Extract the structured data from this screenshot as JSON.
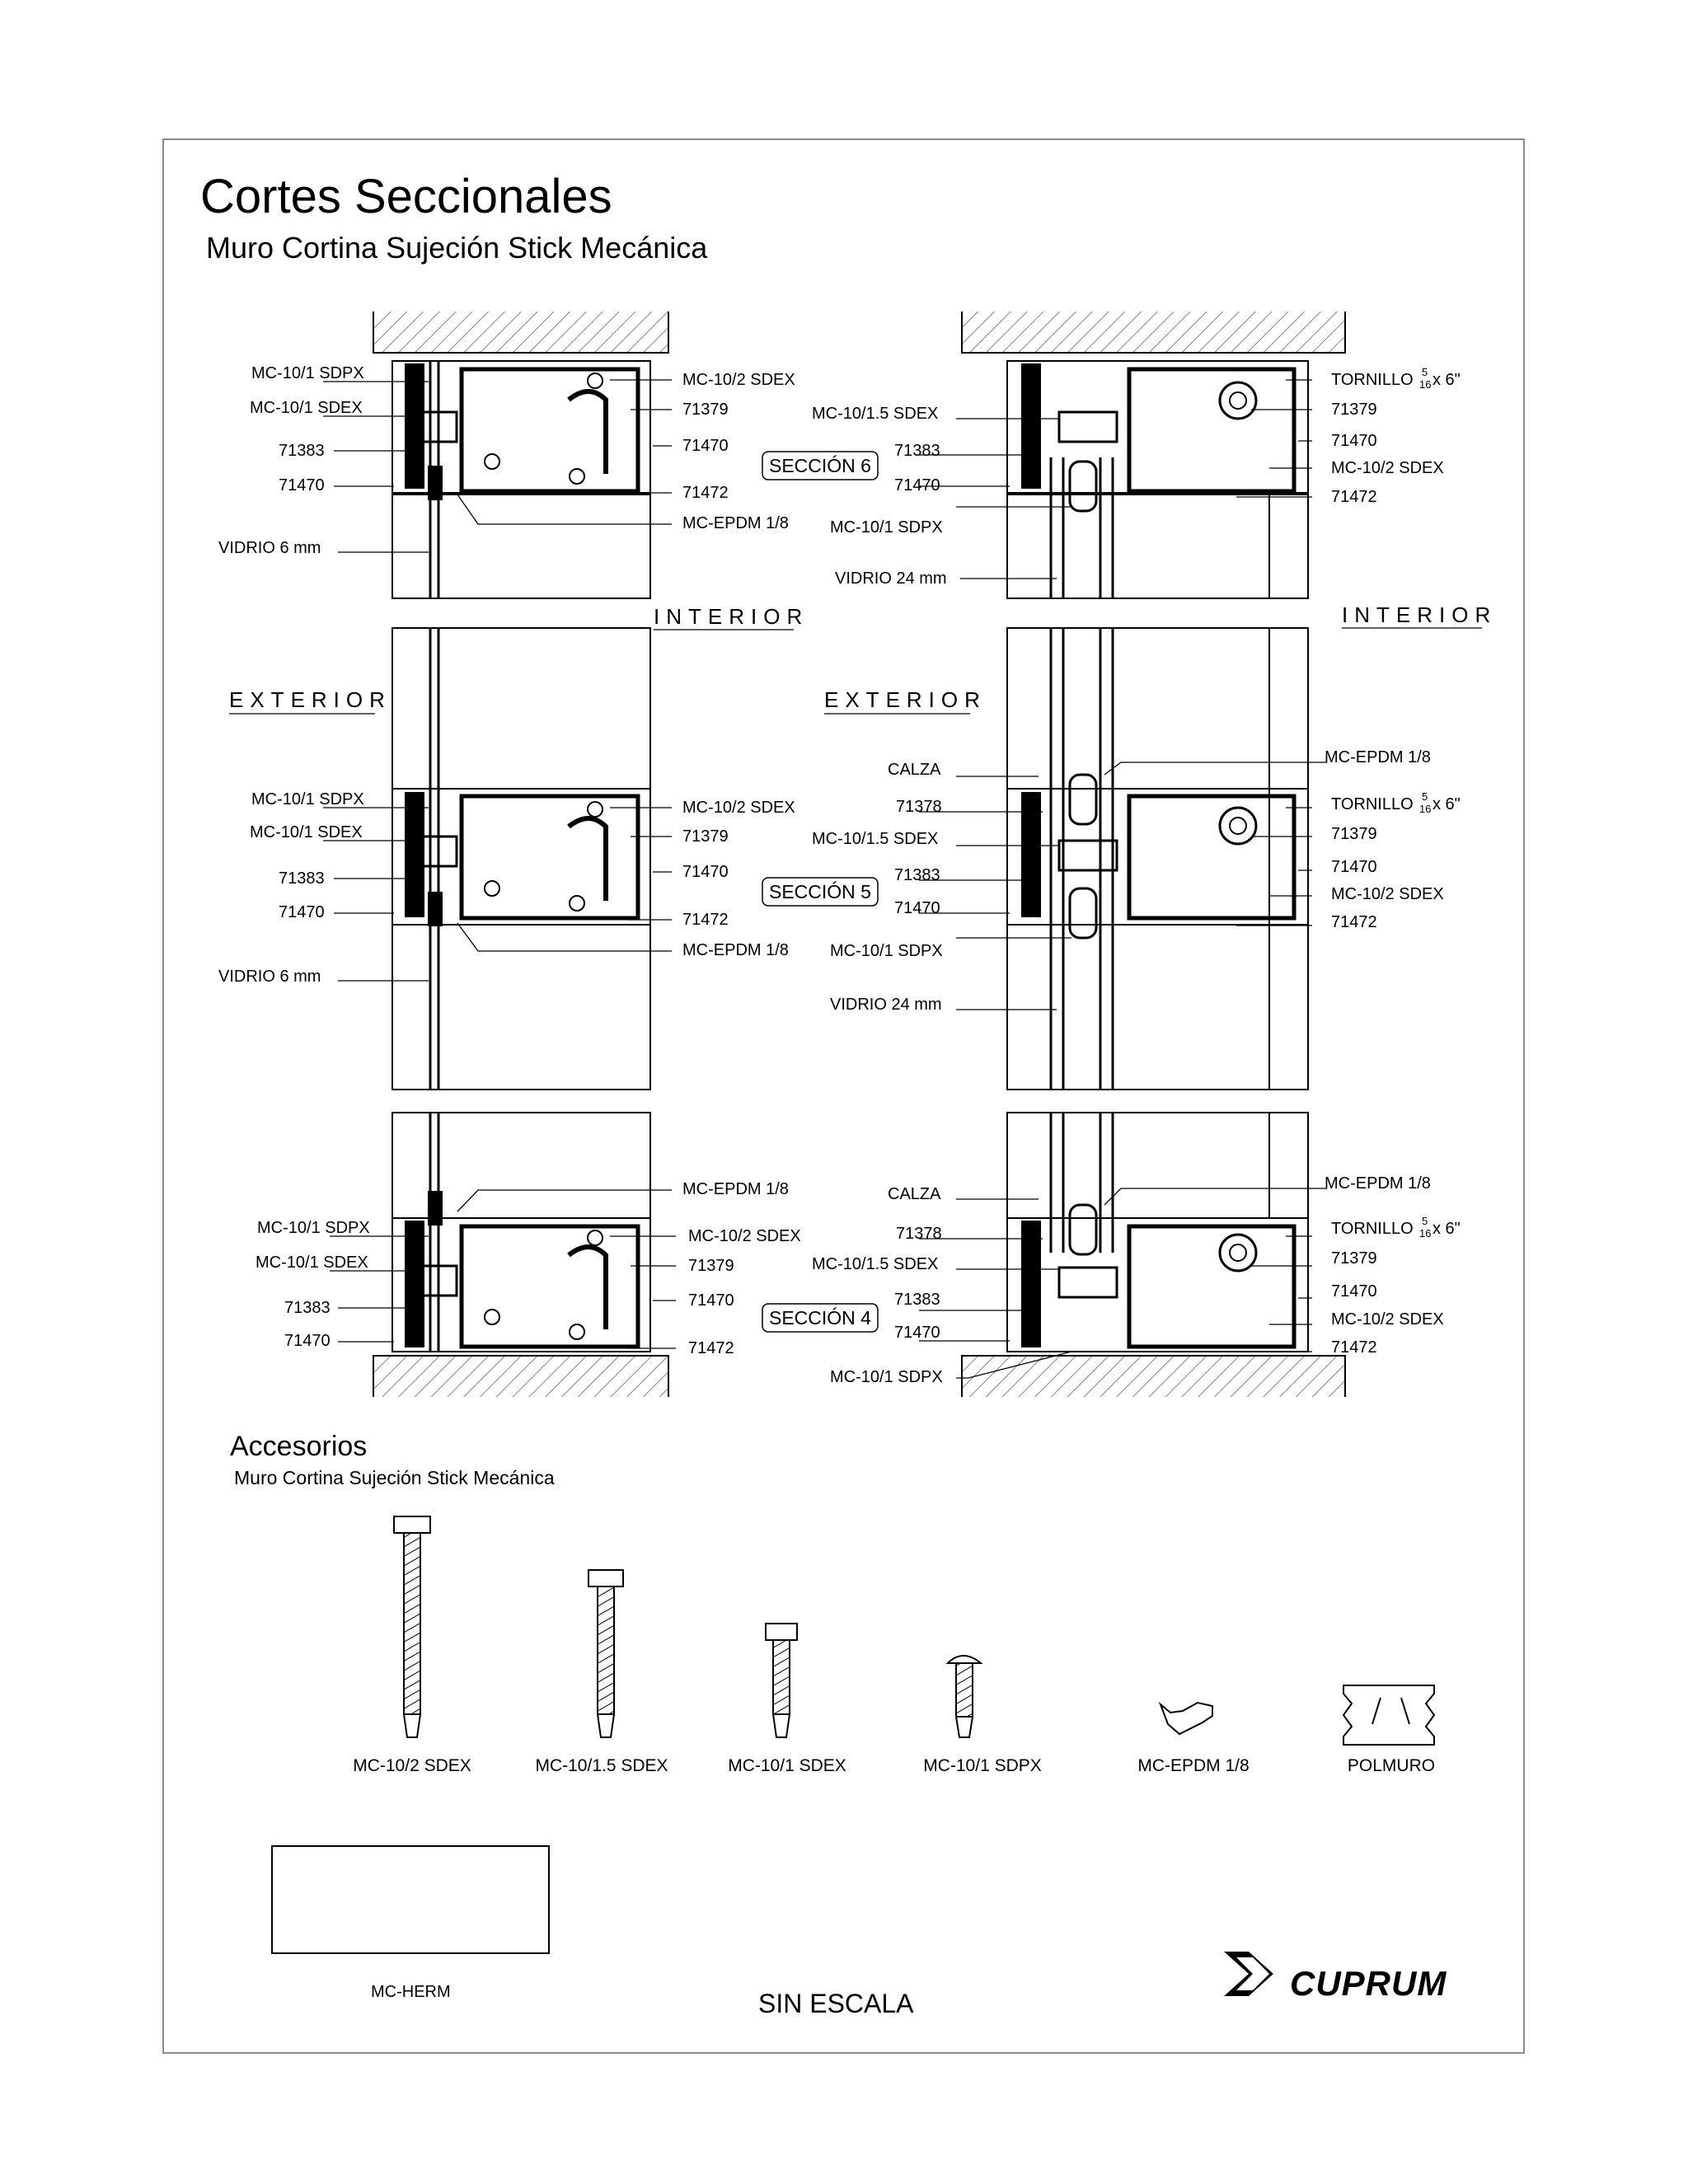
{
  "title": "Cortes Seccionales",
  "subtitle": "Muro Cortina Sujeción Stick Mecánica",
  "sides": {
    "interior": "INTERIOR",
    "exterior": "EXTERIOR"
  },
  "sections": {
    "s6": "SECCIÓN 6",
    "s5": "SECCIÓN 5",
    "s4": "SECCIÓN 4"
  },
  "labels": {
    "mc10_1_sdpx": "MC-10/1 SDPX",
    "mc10_1_sdex": "MC-10/1 SDEX",
    "mc10_15_sdex": "MC-10/1.5 SDEX",
    "mc10_2_sdex": "MC-10/2 SDEX",
    "p71383": "71383",
    "p71470": "71470",
    "p71379": "71379",
    "p71472": "71472",
    "p71378": "71378",
    "epdm": "MC-EPDM 1/8",
    "vidrio6": "VIDRIO 6 mm",
    "vidrio24": "VIDRIO 24 mm",
    "calza": "CALZA",
    "tornillo": "TORNILLO",
    "tornillo_num": "5",
    "tornillo_den": "16",
    "tornillo_len": "x 6\""
  },
  "accesorios": {
    "title": "Accesorios",
    "subtitle": "Muro Cortina Sujeción Stick Mecánica",
    "items": [
      "MC-10/2 SDEX",
      "MC-10/1.5 SDEX",
      "MC-10/1 SDEX",
      "MC-10/1 SDPX",
      "MC-EPDM 1/8",
      "POLMURO"
    ],
    "herm": "MC-HERM"
  },
  "scale_note": "SIN ESCALA",
  "brand": "CUPRUM"
}
